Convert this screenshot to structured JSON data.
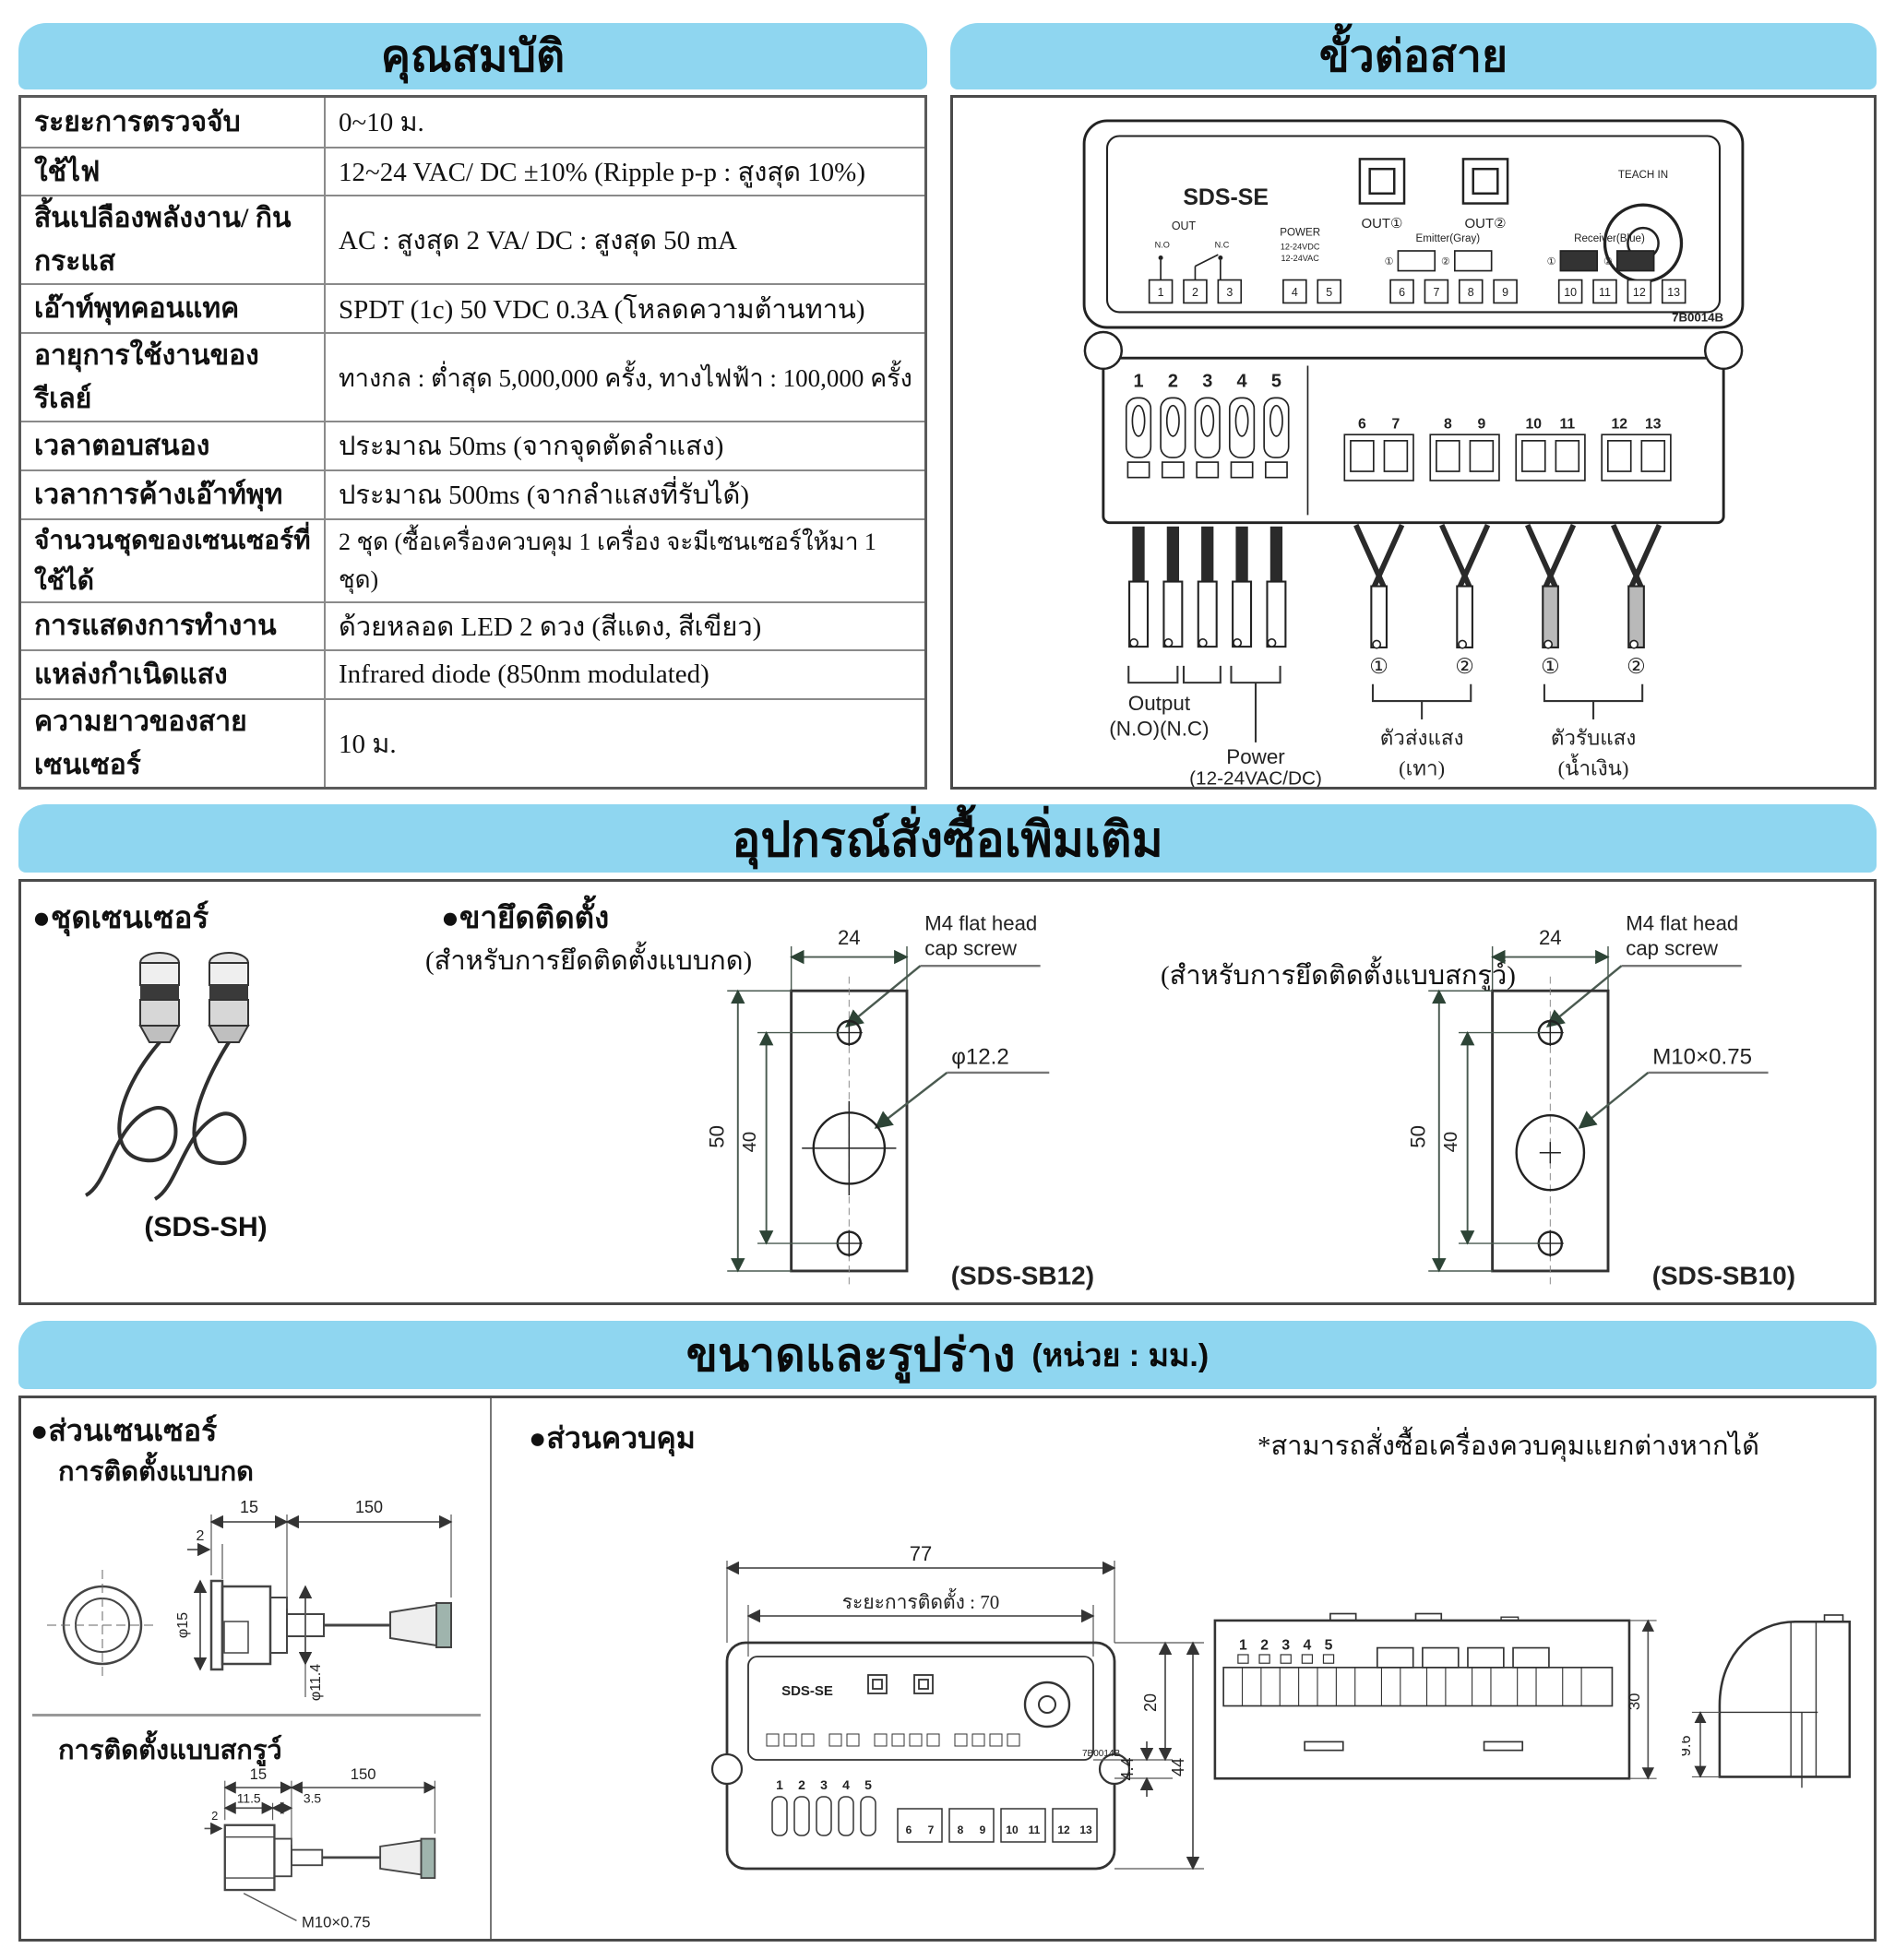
{
  "features": {
    "title": "คุณสมบัติ",
    "rows": [
      {
        "label": "ระยะการตรวจจับ",
        "value": "0~10 ม."
      },
      {
        "label": "ใช้ไฟ",
        "value": "12~24 VAC/ DC ±10% (Ripple p-p : สูงสุด 10%)"
      },
      {
        "label": "สิ้นเปลืองพลังงาน/ กินกระแส",
        "value": "AC : สูงสุด 2 VA/ DC : สูงสุด 50 mA"
      },
      {
        "label": "เอ๊าท์พุทคอนแทค",
        "value": "SPDT (1c) 50 VDC 0.3A (โหลดความต้านทาน)"
      },
      {
        "label": "อายุการใช้งานของรีเลย์",
        "value": "ทางกล : ต่ำสุด 5,000,000 ครั้ง, ทางไฟฟ้า : 100,000 ครั้ง"
      },
      {
        "label": "เวลาตอบสนอง",
        "value": "ประมาณ 50ms (จากจุดตัดลำแสง)"
      },
      {
        "label": "เวลาการค้างเอ๊าท์พุท",
        "value": "ประมาณ 500ms (จากลำแสงที่รับได้)"
      },
      {
        "label": "จำนวนชุดของเซนเซอร์ที่ใช้ได้",
        "value": "2 ชุด (ซื้อเครื่องควบคุม 1 เครื่อง จะมีเซนเซอร์ให้มา 1 ชุด)"
      },
      {
        "label": "การแสดงการทำงาน",
        "value": "ด้วยหลอด LED 2 ดวง (สีแดง, สีเขียว)"
      },
      {
        "label": "แหล่งกำเนิดแสง",
        "value": "Infrared diode (850nm modulated)"
      },
      {
        "label": "ความยาวของสายเซนเซอร์",
        "value": "10 ม."
      }
    ]
  },
  "wiring": {
    "title": "ขั้วต่อสาย",
    "model": "SDS-SE",
    "out1": "OUT①",
    "out2": "OUT②",
    "teach_in": "TEACH IN",
    "out_label": "OUT",
    "no": "N.O",
    "nc": "N.C",
    "power_label": "POWER",
    "power_dc": "12-24VDC",
    "power_ac": "12-24VAC",
    "emitter": "Emitter(Gray)",
    "receiver": "Receiver(Blue)",
    "board_code": "7B0014B",
    "t1": "1",
    "t2": "2",
    "t3": "3",
    "t4": "4",
    "t5": "5",
    "t6": "6",
    "t7": "7",
    "t8": "8",
    "t9": "9",
    "t10": "10",
    "t11": "11",
    "t12": "12",
    "t13": "13",
    "c1": "①",
    "c2": "②",
    "output_label": "Output",
    "output_sub": "(N.O)(N.C)",
    "power_bottom": "Power",
    "power_bottom_sub": "(12-24VAC/DC)",
    "emitter_thai": "ตัวส่งแสง",
    "emitter_color": "(เทา)",
    "receiver_thai": "ตัวรับแสง",
    "receiver_color": "(น้ำเงิน)"
  },
  "accessories": {
    "title": "อุปกรณ์สั่งซื้อเพิ่มเติม",
    "sensor_set_label": "●ชุดเซนเซอร์",
    "sensor_set_model": "(SDS-SH)",
    "bracket_label": "●ขายึดติดตั้ง",
    "press_sub": "(สำหรับการยึดติดตั้งแบบกด)",
    "screw_sub": "(สำหรับการยึดติดตั้งแบบสกรูว์)",
    "sb12": {
      "w": "24",
      "screw1": "M4 flat head",
      "screw2": "cap screw",
      "hole": "φ12.2",
      "h": "50",
      "inner": "40",
      "model": "(SDS-SB12)"
    },
    "sb10": {
      "w": "24",
      "screw1": "M4 flat head",
      "screw2": "cap screw",
      "hole": "M10×0.75",
      "h": "50",
      "inner": "40",
      "model": "(SDS-SB10)"
    }
  },
  "dimensions": {
    "title": "ขนาดและรูปร่าง",
    "unit": "(หน่วย : มม.)",
    "sensor_label": "●ส่วนเซนเซอร์",
    "press_label": "การติดตั้งแบบกด",
    "screw_label": "การติดตั้งแบบสกรูว์",
    "press": {
      "d15": "15",
      "d150": "150",
      "d2": "2",
      "dia15": "φ15",
      "dia114": "φ11.4"
    },
    "screw": {
      "d15": "15",
      "d150": "150",
      "d115": "11.5",
      "d35": "3.5",
      "d2": "2",
      "thread": "M10×0.75"
    },
    "controller_label": "●ส่วนควบคุม",
    "note": "*สามารถสั่งซื้อเครื่องควบคุมแยกต่างหากได้",
    "front": {
      "w": "77",
      "mount": "ระยะการติดตั้ง : 70",
      "d44a": "4.4",
      "d20": "20",
      "d44": "44",
      "model": "SDS-SE",
      "code": "7B0014B",
      "n1": "1",
      "n2": "2",
      "n3": "3",
      "n4": "4",
      "n5": "5",
      "n6": "6",
      "n7": "7",
      "n8": "8",
      "n9": "9",
      "n10": "10",
      "n11": "11",
      "n12": "12",
      "n13": "13"
    },
    "top": {
      "n1": "1",
      "n2": "2",
      "n3": "3",
      "n4": "4",
      "n5": "5",
      "d30": "30"
    },
    "side": {
      "d96": "9.6"
    }
  }
}
